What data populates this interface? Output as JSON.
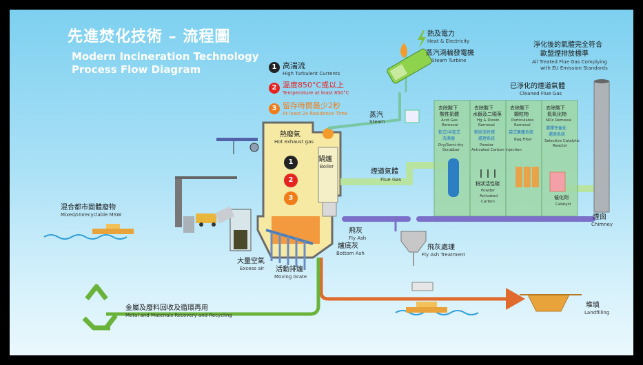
{
  "title": {
    "zh": "先進焚化技術 – 流程圖",
    "en_line1": "Modern Incineration Technology",
    "en_line2": "Process Flow Diagram"
  },
  "legend": [
    {
      "num": "1",
      "zh": "高湍流",
      "en": "High Turbulent Currents",
      "color": "#222222"
    },
    {
      "num": "2",
      "zh": "溫度850°C或以上",
      "en": "Temperature at least 850°C",
      "color": "#e52421"
    },
    {
      "num": "3",
      "zh": "留存時間最少2秒",
      "en": "At least 2s Residence Time",
      "color": "#ef7d1a"
    }
  ],
  "labels": {
    "heat_zh": "熱及電力",
    "heat_en": "Heat & Electricity",
    "turbine_zh": "蒸汽渦輪發電機",
    "turbine_en": "Steam Turbine",
    "standards_zh1": "淨化後的氣體完全符合",
    "standards_zh2": "歐盟煙排放標準",
    "standards_en1": "All Treated Flue Gas Complying",
    "standards_en2": "with EU Emission Standards",
    "cleaned_zh": "已淨化的煙道氣體",
    "cleaned_en": "Cleaned Flue Gas",
    "steam_zh": "蒸汽",
    "steam_en": "Steam",
    "exhaust_zh": "熱廢氣",
    "exhaust_en": "Hot exhaust gas",
    "boiler_zh": "鍋爐",
    "boiler_en": "Boiler",
    "flue_zh": "煙道氣體",
    "flue_en": "Flue Gas",
    "msw_zh": "混合都市固體廢物",
    "msw_en": "Mixed/Unrecyclable MSW",
    "flyash_zh": "飛灰",
    "flyash_en": "Fly Ash",
    "bottomash_zh": "爐底灰",
    "bottomash_en": "Bottom Ash",
    "flyash_treat_zh": "飛灰處理",
    "flyash_treat_en": "Fly Ash Treatment",
    "excess_zh": "大量空氣",
    "excess_en": "Excess air",
    "grate_zh": "活動排爐",
    "grate_en": "Moving Grate",
    "recovery_zh": "金屬及廢料回收及循環再用",
    "recovery_en": "Metal and Materials Recovery and Recycling",
    "landfill_zh": "堆填",
    "landfill_en": "Landfilling",
    "chimney_zh": "煙囪",
    "chimney_en": "Chimney",
    "catalyst_zh": "催化劑",
    "catalyst_en": "Catalyst",
    "powder_zh": "粉狀活性碳",
    "powder_en1": "Powder",
    "powder_en2": "Activated",
    "powder_en3": "Carbon"
  },
  "treatment": [
    {
      "zh1": "去除酸下",
      "zh2": "酸性氣體",
      "en1": "Acid Gas",
      "en2": "Removal",
      "blue1": "乾式/半乾式",
      "blue2": "洗滌器",
      "en3": "Dry/Semi-dry",
      "en4": "Scrubber"
    },
    {
      "zh1": "去除酸下",
      "zh2": "水銀及二噁英",
      "en1": "Hg & Dioxin",
      "en2": "Removal",
      "blue1": "粉狀活性碳",
      "blue2": "處理系統",
      "en3": "Powder",
      "en4": "Activated Carbon Injection"
    },
    {
      "zh1": "去除酸下",
      "zh2": "顆粒物",
      "en1": "Particulates",
      "en2": "Removal",
      "blue1": "袋式集塵系統",
      "blue2": "",
      "en3": "Bag Filter",
      "en4": ""
    },
    {
      "zh1": "去除酸下",
      "zh2": "氮氧化物",
      "en1": "NOx Removal",
      "en2": "",
      "blue1": "選擇性催化",
      "blue2": "還原系統",
      "en3": "Selective Catalytic",
      "en4": "Reactor"
    }
  ],
  "colors": {
    "ash_line": "#e06a2c",
    "recycle_line": "#6ab33a",
    "duct": "#b9e4a0",
    "conveyor": "#7b6fc9",
    "furnace": "#f6e9a4"
  }
}
